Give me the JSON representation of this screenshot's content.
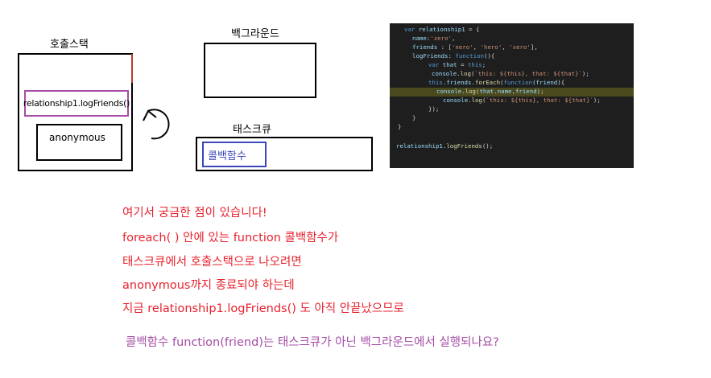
{
  "call_stack": {
    "title": "호출스택",
    "frames": [
      "relationship1.logFriends()",
      "anonymous"
    ]
  },
  "background": {
    "title": "백그라운드"
  },
  "task_queue": {
    "title": "태스크큐",
    "item": "콜백함수"
  },
  "code_lines": [
    "var relationship1 = {",
    "name:'zero',",
    "friends : ['nero', 'hero', 'xero'],",
    "logFriends: function(){",
    "var that = this;",
    "console.log(`this: ${this}, that: ${that}`);",
    "this.friends.forEach(function(friend){",
    "console.log(that.name,friend);",
    "console.log(`this: ${this}, that: ${that}`);",
    "});",
    "}",
    "}",
    "relationship1.logFriends();"
  ],
  "question": {
    "lines": [
      "여기서 궁금한 점이 있습니다!",
      "foreach( ) 안에 있는 function 콜백함수가",
      "태스크큐에서 호출스택으로 나오려면",
      "anonymous까지 종료되야 하는데",
      "지금 relationship1.logFriends() 도 아직 안끝났으므로"
    ],
    "final": "콜백함수 function(friend)는 태스크큐가 아닌 백그라운드에서 실행되나요?"
  },
  "colors": {
    "question": "#e8222e",
    "final": "#a64ca6",
    "callback_box": "#3a47b8"
  }
}
